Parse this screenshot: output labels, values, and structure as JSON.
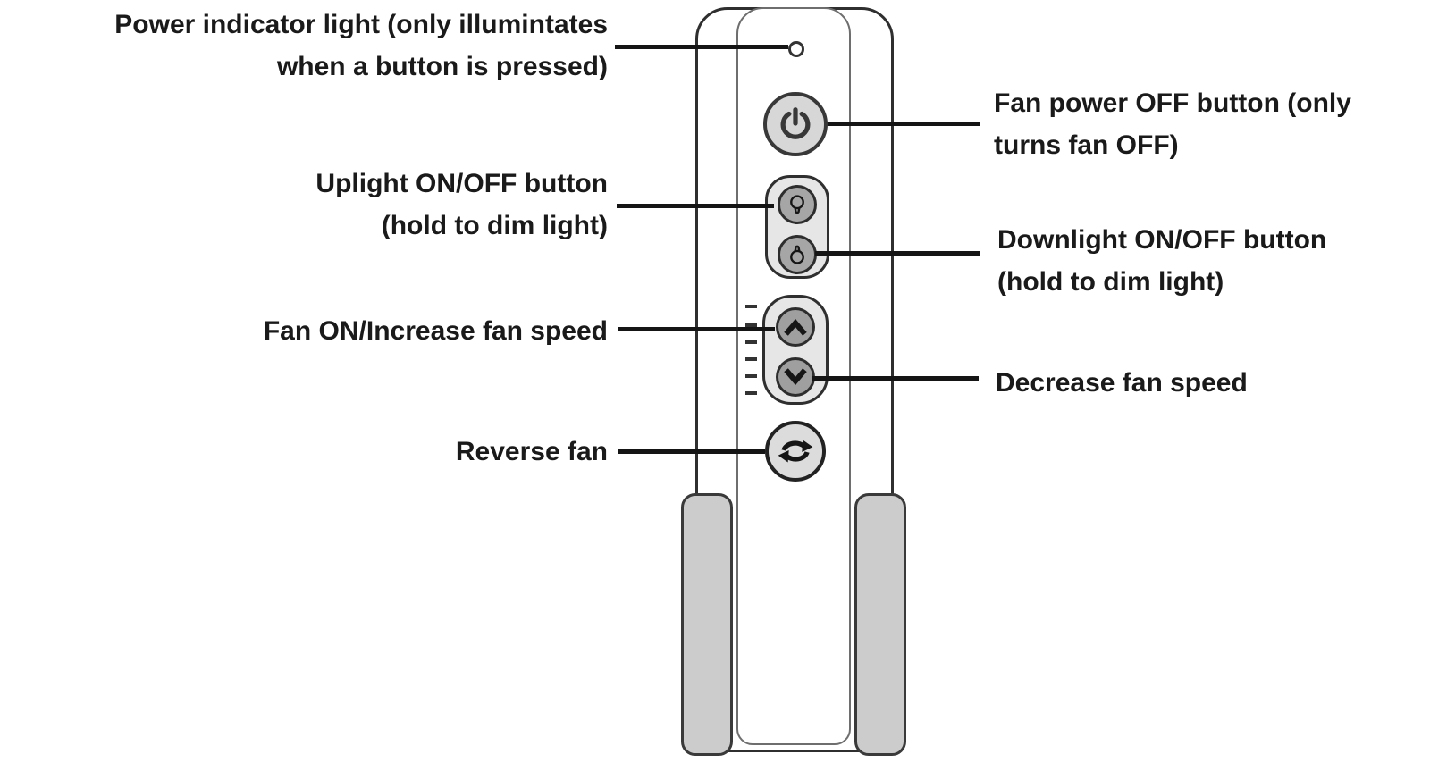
{
  "callouts": {
    "left": [
      {
        "id": "power-indicator",
        "lines": [
          "Power indicator light (only illumintates",
          "when a button is pressed)"
        ]
      },
      {
        "id": "uplight",
        "lines": [
          "Uplight ON/OFF button",
          "(hold to dim light)"
        ]
      },
      {
        "id": "fan-on-increase",
        "lines": [
          "Fan ON/Increase fan speed"
        ]
      },
      {
        "id": "reverse-fan",
        "lines": [
          "Reverse fan"
        ]
      }
    ],
    "right": [
      {
        "id": "fan-power-off",
        "lines": [
          "Fan power OFF button (only",
          "turns fan OFF)"
        ]
      },
      {
        "id": "downlight",
        "lines": [
          "Downlight ON/OFF button",
          "(hold to dim light)"
        ]
      },
      {
        "id": "decrease-fan-speed",
        "lines": [
          "Decrease fan speed"
        ]
      }
    ]
  },
  "remote": {
    "parts": {
      "power_indicator": "power-indicator-light",
      "power_button_icon": "power-icon",
      "uplight_button_icon": "bulb-up-icon",
      "downlight_button_icon": "bulb-down-icon",
      "fan_up_button_icon": "chevron-up-icon",
      "fan_down_button_icon": "chevron-down-icon",
      "reverse_button_icon": "reverse-cycle-icon"
    },
    "speed_tick_count": 6
  },
  "colors": {
    "background": "#ffffff",
    "body_outline": "#2f2f2f",
    "inner_panel_line": "#6e6e6e",
    "callout_line": "#151515",
    "label_text": "#1a1a1a",
    "power_button_fill": "#d7d7d7",
    "button_group_fill": "#e6e6e6",
    "light_button_fill": "#a6a6a6",
    "fan_button_fill": "#9f9f9f",
    "reverse_button_fill": "#dcdcdc",
    "grip_fill": "#cccccc",
    "icon": "#161616"
  }
}
